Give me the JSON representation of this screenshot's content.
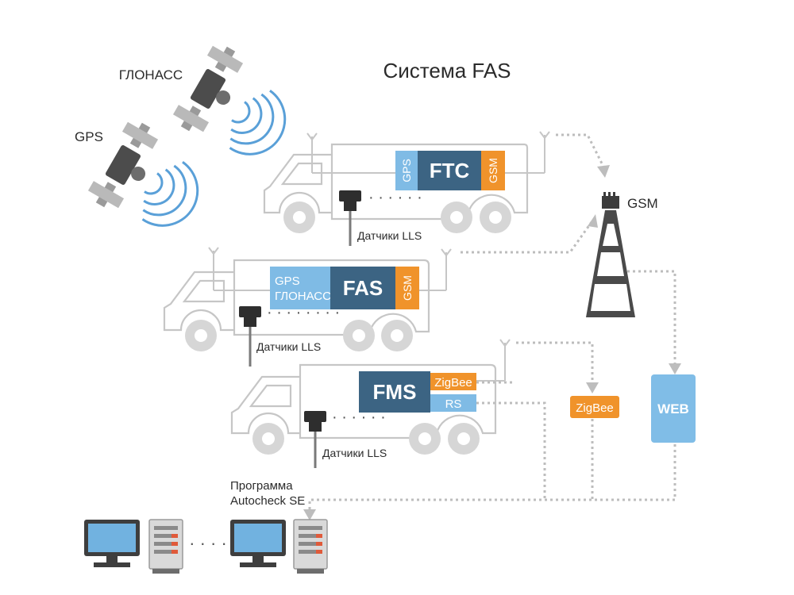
{
  "title": "Система FAS",
  "satellites": {
    "glonass": "ГЛОНАСС",
    "gps": "GPS"
  },
  "gsm_tower": {
    "label": "GSM"
  },
  "vehicles": [
    {
      "device": "FTC",
      "left_module": "GPS",
      "right_module": "GSM",
      "sensors": "Датчики LLS"
    },
    {
      "device": "FAS",
      "left_module_line1": "GPS",
      "left_module_line2": "ГЛОНАСС",
      "right_module": "GSM",
      "sensors": "Датчики LLS"
    },
    {
      "device": "FMS",
      "module_top": "ZigBee",
      "module_bottom": "RS",
      "sensors": "Датчики LLS"
    }
  ],
  "zigbee_box": "ZigBee",
  "web_box": "WEB",
  "software": {
    "line1": "Программа",
    "line2": "Autocheck SE"
  },
  "workstations": {
    "separator": "· · · ·"
  },
  "colors": {
    "dark_blue": "#3c6483",
    "light_blue": "#7fbbe5",
    "orange": "#f0932b",
    "web_blue": "#80bde7",
    "line_gray": "#bdbdbd"
  }
}
